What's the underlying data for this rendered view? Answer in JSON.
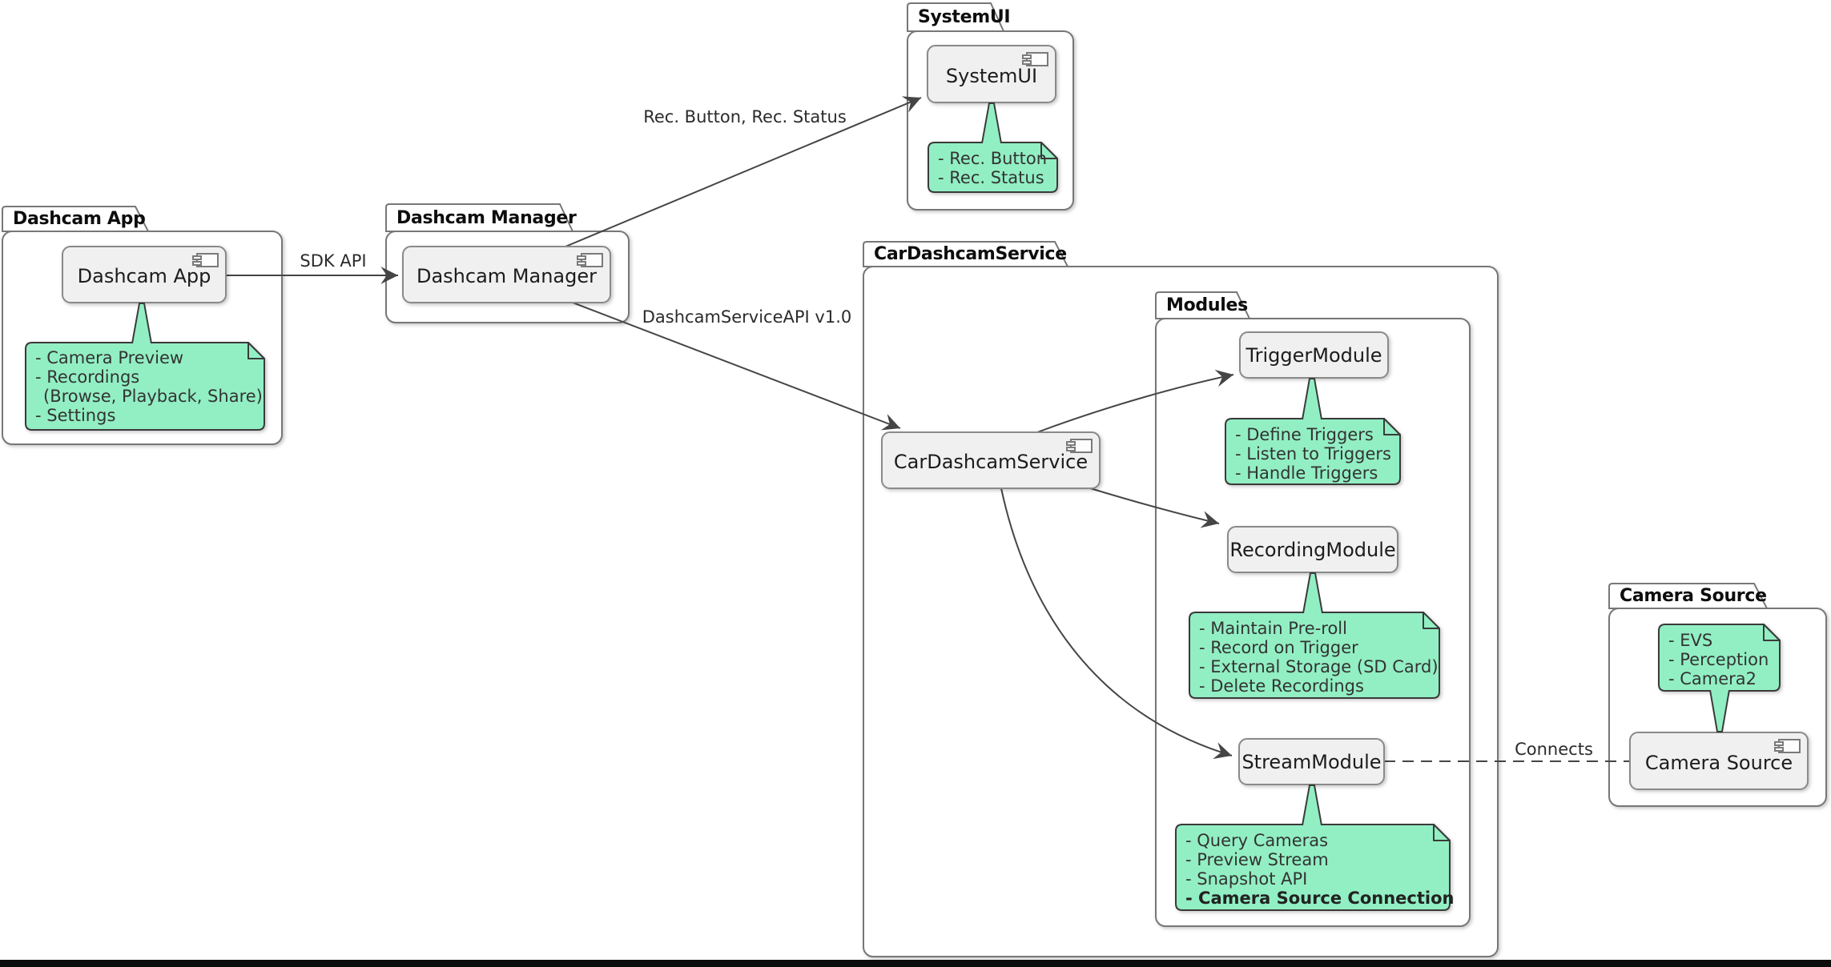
{
  "packages": {
    "dashcam_app": {
      "label": "Dashcam App"
    },
    "dashcam_manager": {
      "label": "Dashcam Manager"
    },
    "systemui": {
      "label": "SystemUI"
    },
    "car_dashcam_service": {
      "label": "CarDashcamService"
    },
    "modules": {
      "label": "Modules"
    },
    "camera_source": {
      "label": "Camera Source"
    }
  },
  "components": {
    "dashcam_app": {
      "label": "Dashcam App"
    },
    "dashcam_manager": {
      "label": "Dashcam Manager"
    },
    "systemui": {
      "label": "SystemUI"
    },
    "car_dashcam_service": {
      "label": "CarDashcamService"
    },
    "trigger_module": {
      "label": "TriggerModule"
    },
    "recording_module": {
      "label": "RecordingModule"
    },
    "stream_module": {
      "label": "StreamModule"
    },
    "camera_source": {
      "label": "Camera Source"
    }
  },
  "notes": {
    "dashcam_app": {
      "lines": [
        "- Camera Preview",
        "- Recordings",
        "(Browse, Playback, Share)",
        "- Settings"
      ]
    },
    "systemui": {
      "lines": [
        "- Rec. Button",
        "- Rec. Status"
      ]
    },
    "trigger_module": {
      "lines": [
        "- Define Triggers",
        "- Listen to Triggers",
        "- Handle Triggers"
      ]
    },
    "recording_module": {
      "lines": [
        "- Maintain Pre-roll",
        "- Record on Trigger",
        "- External Storage (SD Card)",
        "- Delete Recordings"
      ]
    },
    "stream_module": {
      "lines": [
        "- Query Cameras",
        "- Preview Stream",
        "- Snapshot API",
        "- Camera Source Connection"
      ]
    },
    "camera_source": {
      "lines": [
        "- EVS",
        "- Perception",
        "- Camera2"
      ]
    }
  },
  "edges": {
    "sdk_api": {
      "label": "SDK API"
    },
    "rec_button_status": {
      "label": "Rec. Button, Rec. Status"
    },
    "dashcam_service_api": {
      "label": "DashcamServiceAPI v1.0"
    },
    "connects": {
      "label": "Connects"
    }
  },
  "colors": {
    "note_fill": "#92efc3",
    "component_fill": "#f0f0f0",
    "package_fill": "#ffffff",
    "line": "#454545",
    "border": "#777777"
  }
}
